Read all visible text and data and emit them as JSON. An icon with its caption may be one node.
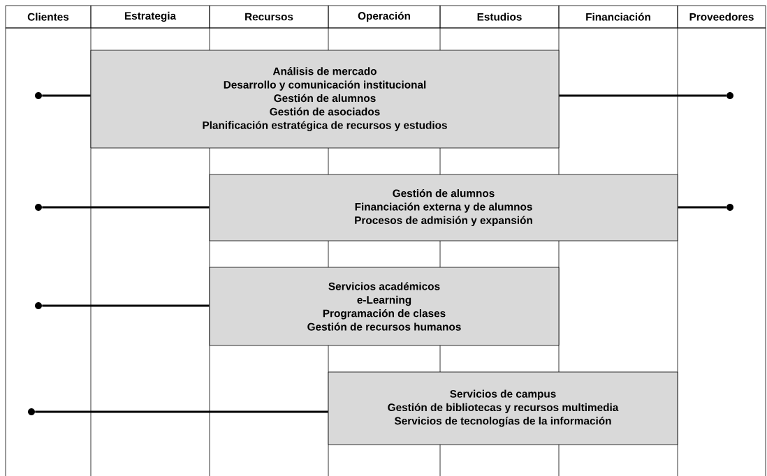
{
  "diagram": {
    "nodes": [
      {
        "text": [
          "Clientes"
        ]
      },
      {
        "text": [
          "Estrategia"
        ]
      },
      {
        "text": [
          "Recursos"
        ]
      },
      {
        "text": [
          "Operación"
        ]
      },
      {
        "text": [
          "Estudios"
        ]
      },
      {
        "text": [
          "Financiación"
        ]
      },
      {
        "text": [
          "Proveedores"
        ]
      },
      {
        "text": [
          "Análisis de mercado",
          "Desarrollo y comunicación institucional",
          "Gestión de alumnos",
          "Gestión de asociados",
          "Planificación estratégica de recursos y estudios"
        ]
      },
      {
        "text": [
          "Gestión de alumnos",
          "Financiación externa y de alumnos",
          "Procesos de admisión y expansión"
        ]
      },
      {
        "text": [
          "Servicios académicos",
          "e-Learning",
          "Programación de clases",
          "Gestión de recursos humanos"
        ]
      },
      {
        "text": [
          "Servicios de campus",
          "Gestión de bibliotecas y recursos multimedia",
          "Servicios de tecnologías de la información"
        ]
      },
      {
        "text": [],
        "shape": "circle"
      },
      {
        "text": [],
        "shape": "circle"
      },
      {
        "text": [],
        "shape": "circle"
      },
      {
        "text": [],
        "shape": "circle"
      },
      {
        "text": [],
        "shape": "circle"
      },
      {
        "text": [],
        "shape": "circle"
      }
    ],
    "edges": [
      {
        "from": 11,
        "to": 7,
        "arrow": "none"
      },
      {
        "from": 12,
        "to": 7,
        "arrow": "none"
      },
      {
        "from": 13,
        "to": 8,
        "arrow": "none"
      },
      {
        "from": 14,
        "to": 8,
        "arrow": "none"
      },
      {
        "from": 15,
        "to": 9,
        "arrow": "none"
      },
      {
        "from": 16,
        "to": 10,
        "arrow": "none"
      }
    ]
  }
}
